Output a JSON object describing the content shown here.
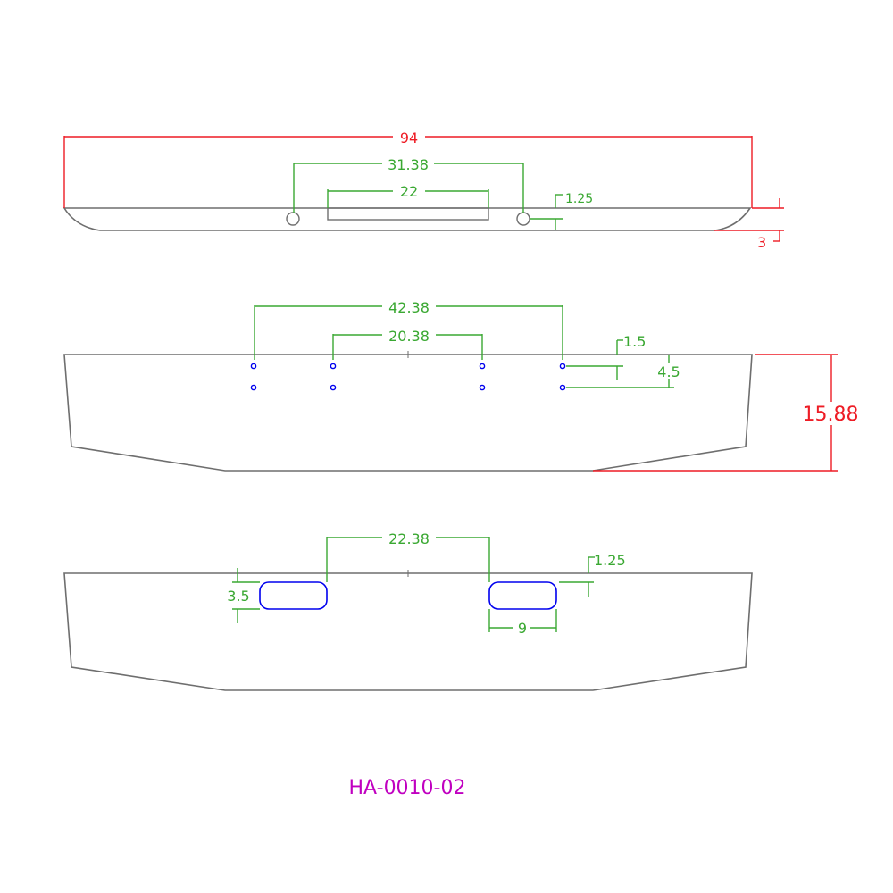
{
  "drawing": {
    "part_number": "HA-0010-02"
  },
  "colors": {
    "outline": "#6e6e6e",
    "dimension_green": "#3aa832",
    "dimension_red": "#ee1c25",
    "holes_blue": "#0000ee",
    "part_number": "#c000c0"
  },
  "top_view": {
    "overall_length": "94",
    "hole_spacing": "31.38",
    "slot_length": "22",
    "edge_offset": "1.25",
    "end_drop": "3"
  },
  "front_view": {
    "outer_hole_spacing": "42.38",
    "inner_hole_spacing": "20.38",
    "hole_top_offset": "1.5",
    "hole_row_spacing": "4.5",
    "height": "15.88"
  },
  "bottom_view": {
    "slot_spacing": "22.38",
    "slot_top_offset": "1.25",
    "slot_height": "3.5",
    "slot_width": "9"
  }
}
